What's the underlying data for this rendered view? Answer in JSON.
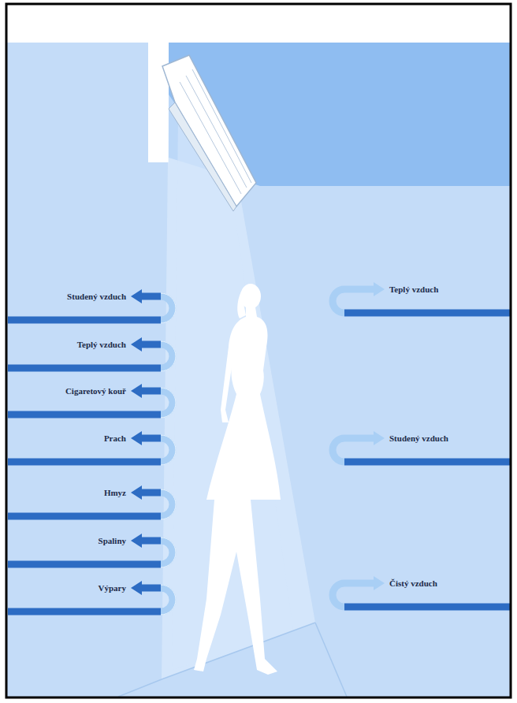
{
  "diagram": {
    "labels": [
      "Studený vzduch",
      "Teplý vzduch",
      "Cigaretový kouř",
      "Prach",
      "Hmyz",
      "Spaliny",
      "Výpary",
      "Teplý vzduch",
      "Studený vzduch",
      "Čistý vzduch"
    ]
  }
}
